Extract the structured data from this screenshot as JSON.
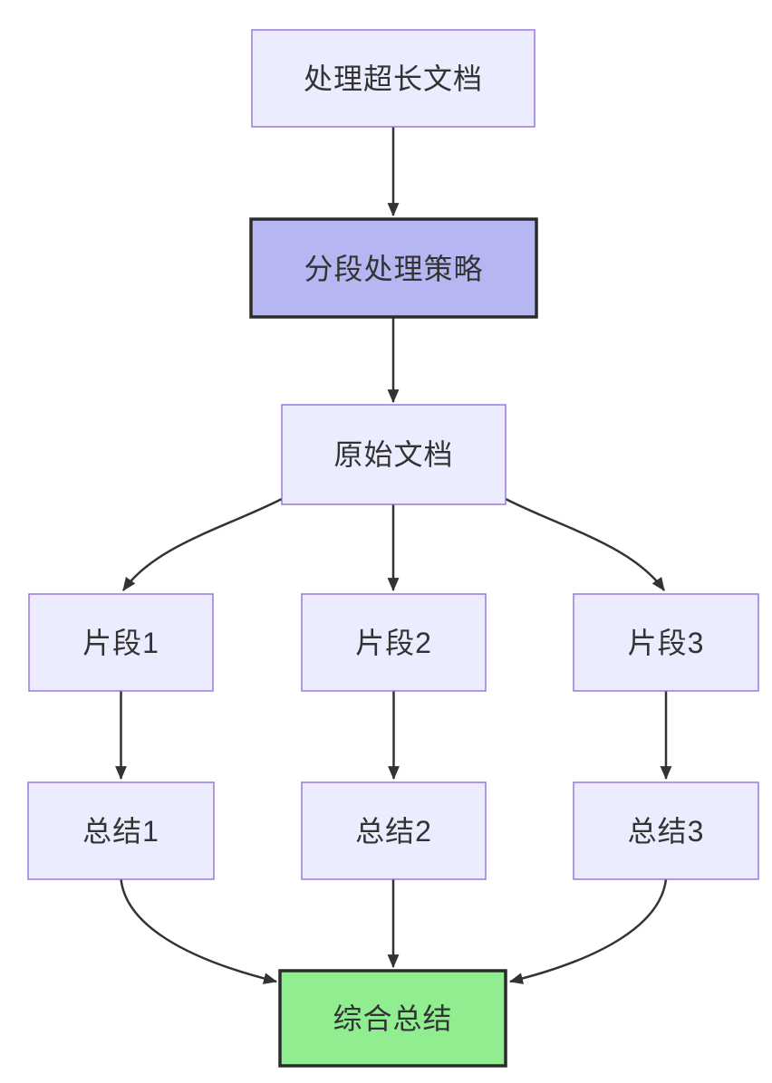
{
  "diagram": {
    "type": "flowchart",
    "direction": "top-down",
    "nodes": {
      "process": {
        "label": "处理超长文档"
      },
      "strategy": {
        "label": "分段处理策略"
      },
      "original": {
        "label": "原始文档"
      },
      "fragment1": {
        "label": "片段1"
      },
      "fragment2": {
        "label": "片段2"
      },
      "fragment3": {
        "label": "片段3"
      },
      "summary1": {
        "label": "总结1"
      },
      "summary2": {
        "label": "总结2"
      },
      "summary3": {
        "label": "总结3"
      },
      "final": {
        "label": "综合总结"
      }
    },
    "edges": [
      {
        "from": "process",
        "to": "strategy"
      },
      {
        "from": "strategy",
        "to": "original"
      },
      {
        "from": "original",
        "to": "fragment1"
      },
      {
        "from": "original",
        "to": "fragment2"
      },
      {
        "from": "original",
        "to": "fragment3"
      },
      {
        "from": "fragment1",
        "to": "summary1"
      },
      {
        "from": "fragment2",
        "to": "summary2"
      },
      {
        "from": "fragment3",
        "to": "summary3"
      },
      {
        "from": "summary1",
        "to": "final"
      },
      {
        "from": "summary2",
        "to": "final"
      },
      {
        "from": "summary3",
        "to": "final"
      }
    ],
    "colors": {
      "node_fill": "#ECECFF",
      "node_border": "#9370DB",
      "strategy_fill": "#B6B6F2",
      "final_fill": "#90EE90",
      "emphasis_border": "#2B2B2B",
      "edge_color": "#333333",
      "label_color": "#333333",
      "background": "#FFFFFF"
    }
  }
}
